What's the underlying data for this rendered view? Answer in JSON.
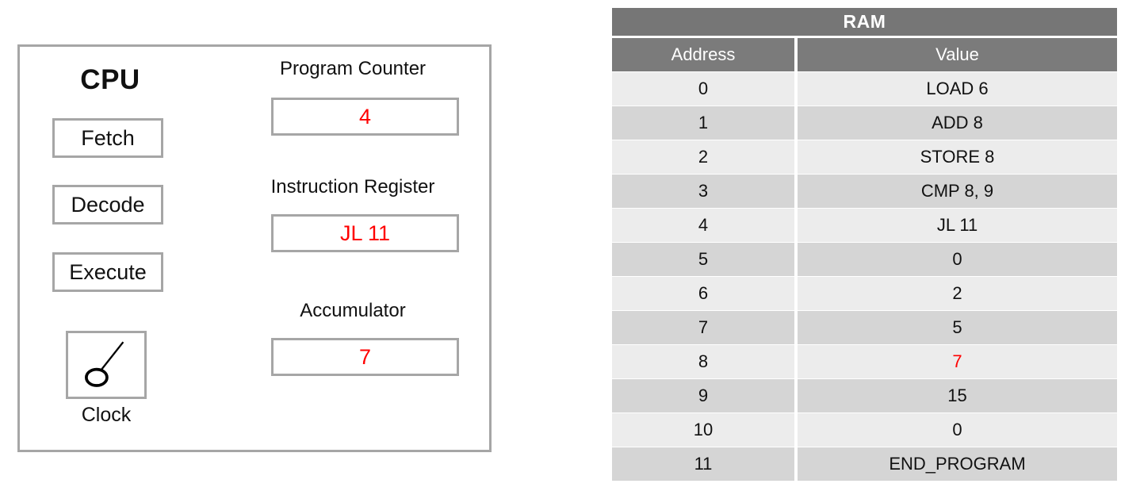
{
  "cpu": {
    "title": "CPU",
    "stages": [
      {
        "label": "Fetch"
      },
      {
        "label": "Decode"
      },
      {
        "label": "Execute"
      }
    ],
    "clock": {
      "label": "Clock",
      "icon": "clock-hand-icon"
    },
    "registers": [
      {
        "label": "Program Counter",
        "value": "4"
      },
      {
        "label": "Instruction Register",
        "value": "JL 11"
      },
      {
        "label": "Accumulator",
        "value": "7"
      }
    ]
  },
  "ram": {
    "title": "RAM",
    "columns": [
      "Address",
      "Value"
    ],
    "rows": [
      {
        "address": "0",
        "value": "LOAD 6",
        "highlight": false
      },
      {
        "address": "1",
        "value": "ADD 8",
        "highlight": false
      },
      {
        "address": "2",
        "value": "STORE 8",
        "highlight": false
      },
      {
        "address": "3",
        "value": "CMP 8, 9",
        "highlight": false
      },
      {
        "address": "4",
        "value": "JL 11",
        "highlight": false
      },
      {
        "address": "5",
        "value": "0",
        "highlight": false
      },
      {
        "address": "6",
        "value": "2",
        "highlight": false
      },
      {
        "address": "7",
        "value": "5",
        "highlight": false
      },
      {
        "address": "8",
        "value": "7",
        "highlight": true
      },
      {
        "address": "9",
        "value": "15",
        "highlight": false
      },
      {
        "address": "10",
        "value": "0",
        "highlight": false
      },
      {
        "address": "11",
        "value": "END_PROGRAM",
        "highlight": false
      }
    ]
  },
  "colors": {
    "header_bg": "#767676",
    "column_header_bg": "#7b7b7b",
    "row_light": "#ececec",
    "row_dark": "#d5d5d5",
    "border": "#a6a6a6",
    "active_value": "#ff0000",
    "text": "#111111"
  }
}
